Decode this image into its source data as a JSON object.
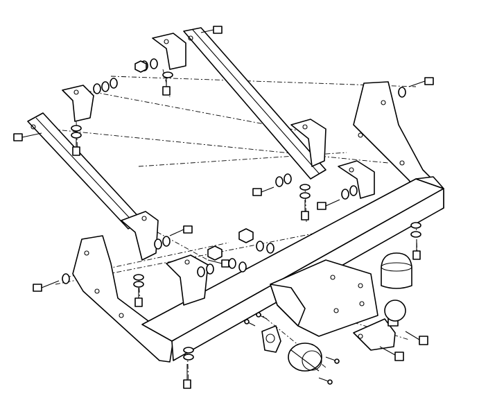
{
  "diagram": {
    "background": "#ffffff",
    "line_color": "#000000",
    "parts": [
      "left-side-bracket",
      "right-side-bracket",
      "cross-beam",
      "left-arm",
      "right-arm",
      "tow-ball",
      "ball-cover",
      "electrical-socket",
      "socket-plate",
      "bolts",
      "washers",
      "nuts"
    ]
  }
}
